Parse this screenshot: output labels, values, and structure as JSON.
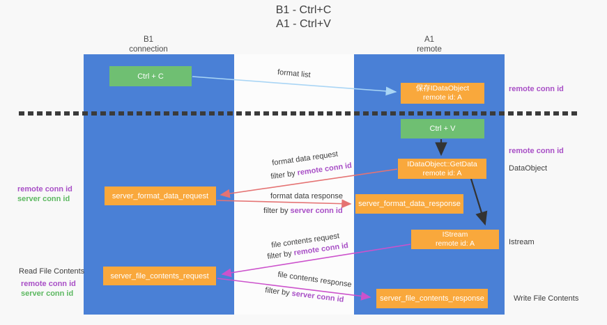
{
  "title": {
    "line1": "B1 - Ctrl+C",
    "line2": "A1 - Ctrl+V"
  },
  "columns": {
    "left": {
      "name": "B1",
      "role": "connection"
    },
    "right": {
      "name": "A1",
      "role": "remote"
    }
  },
  "nodes": {
    "ctrl_c": {
      "label": "Ctrl + C"
    },
    "ctrl_v": {
      "label": "Ctrl + V"
    },
    "save_idataobject": {
      "line1": "保存IDataObject",
      "line2": "remote id: A"
    },
    "getdata": {
      "line1": "IDataObject::GetData",
      "line2": "remote id: A"
    },
    "istream": {
      "line1": "IStream",
      "line2": "remote id: A"
    },
    "format_request_box": {
      "label": "server_format_data_request"
    },
    "format_response_box": {
      "label": "server_format_data_response"
    },
    "file_request_box": {
      "label": "server_file_contents_request"
    },
    "file_response_box": {
      "label": "server_file_contents_response"
    }
  },
  "edges": {
    "format_list": {
      "label": "format list"
    },
    "format_request": {
      "label": "format data request",
      "filter_prefix": "filter by ",
      "filter_id": "remote conn id"
    },
    "format_response": {
      "label": "format data response",
      "filter_prefix": "filter by ",
      "filter_id": "server conn id"
    },
    "file_request": {
      "label": "file contents request",
      "filter_prefix": "filter by ",
      "filter_id": "remote conn id"
    },
    "file_response": {
      "label": "file contents response",
      "filter_prefix": "filter by ",
      "filter_id": "server conn id"
    }
  },
  "annotations": {
    "remote_conn_top": "remote conn id",
    "remote_conn_mid": "remote conn id",
    "dataobject": "DataObject",
    "istream": "Istream",
    "format_left": {
      "remote": "remote conn id",
      "server": "server conn id"
    },
    "read_file": "Read File Contents",
    "file_left": {
      "remote": "remote conn id",
      "server": "server conn id"
    },
    "write_file": "Write File Contents"
  },
  "colors": {
    "column_blue": "#4a80d6",
    "box_orange": "#f9a83c",
    "box_green": "#6fbf72",
    "arrow_red": "#e57373",
    "arrow_magenta": "#cc52cc",
    "arrow_lightblue": "#a9d5f5",
    "arrow_black": "#333333",
    "text_purple": "#a84fc6",
    "text_green": "#5cb860",
    "background": "#f8f8f8"
  }
}
